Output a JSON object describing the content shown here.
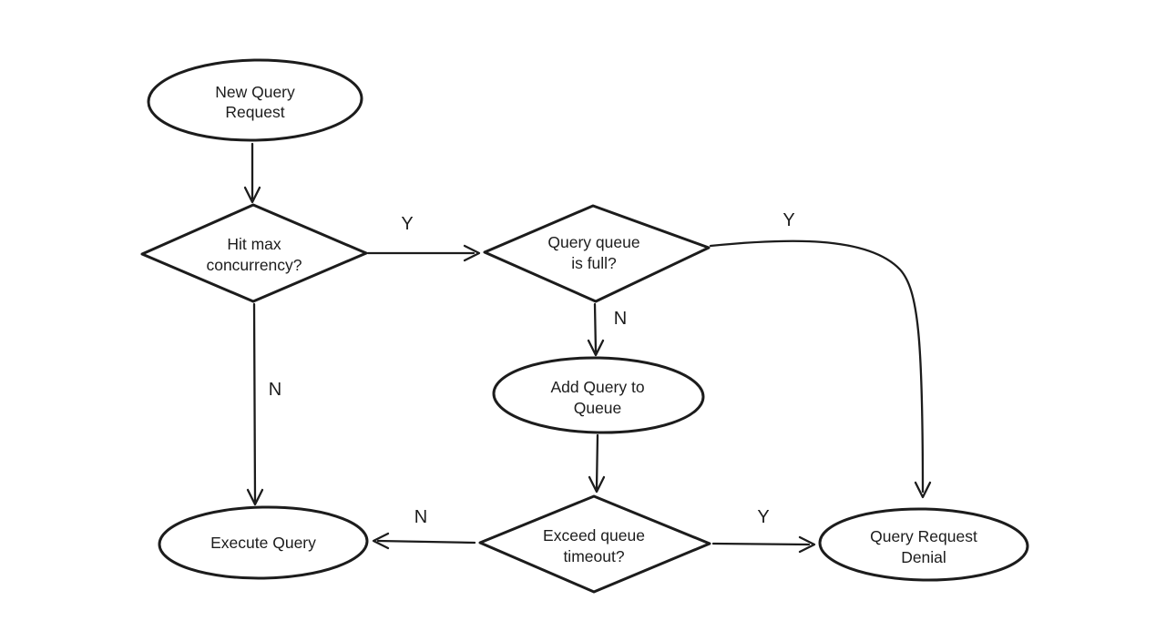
{
  "diagram": {
    "type": "flowchart",
    "style": "hand-drawn sketch",
    "colors": {
      "background": "#ffffff",
      "stroke": "#1c1c1c",
      "text": "#1c1c1c"
    },
    "nodes": {
      "new_query": {
        "id": "new-query-request",
        "shape": "terminator-ellipse",
        "line1": "New Query",
        "line2": "Request"
      },
      "hit_max": {
        "id": "hit-max-concurrency",
        "shape": "decision-diamond",
        "line1": "Hit max",
        "line2": "concurrency?"
      },
      "queue_full": {
        "id": "query-queue-full",
        "shape": "decision-diamond",
        "line1": "Query queue",
        "line2": "is full?"
      },
      "add_queue": {
        "id": "add-query-to-queue",
        "shape": "process-ellipse",
        "line1": "Add Query to",
        "line2": "Queue"
      },
      "exceed_timeout": {
        "id": "exceed-queue-timeout",
        "shape": "decision-diamond",
        "line1": "Exceed queue",
        "line2": "timeout?"
      },
      "execute": {
        "id": "execute-query",
        "shape": "terminator-ellipse",
        "line1": "Execute Query"
      },
      "denial": {
        "id": "query-request-denial",
        "shape": "terminator-ellipse",
        "line1": "Query Request",
        "line2": "Denial"
      }
    },
    "edges": [
      {
        "from": "new-query-request",
        "to": "hit-max-concurrency",
        "label": ""
      },
      {
        "from": "hit-max-concurrency",
        "to": "query-queue-full",
        "label": "Y"
      },
      {
        "from": "hit-max-concurrency",
        "to": "execute-query",
        "label": "N"
      },
      {
        "from": "query-queue-full",
        "to": "add-query-to-queue",
        "label": "N"
      },
      {
        "from": "query-queue-full",
        "to": "query-request-denial",
        "label": "Y"
      },
      {
        "from": "add-query-to-queue",
        "to": "exceed-queue-timeout",
        "label": ""
      },
      {
        "from": "exceed-queue-timeout",
        "to": "execute-query",
        "label": "N"
      },
      {
        "from": "exceed-queue-timeout",
        "to": "query-request-denial",
        "label": "Y"
      }
    ]
  }
}
